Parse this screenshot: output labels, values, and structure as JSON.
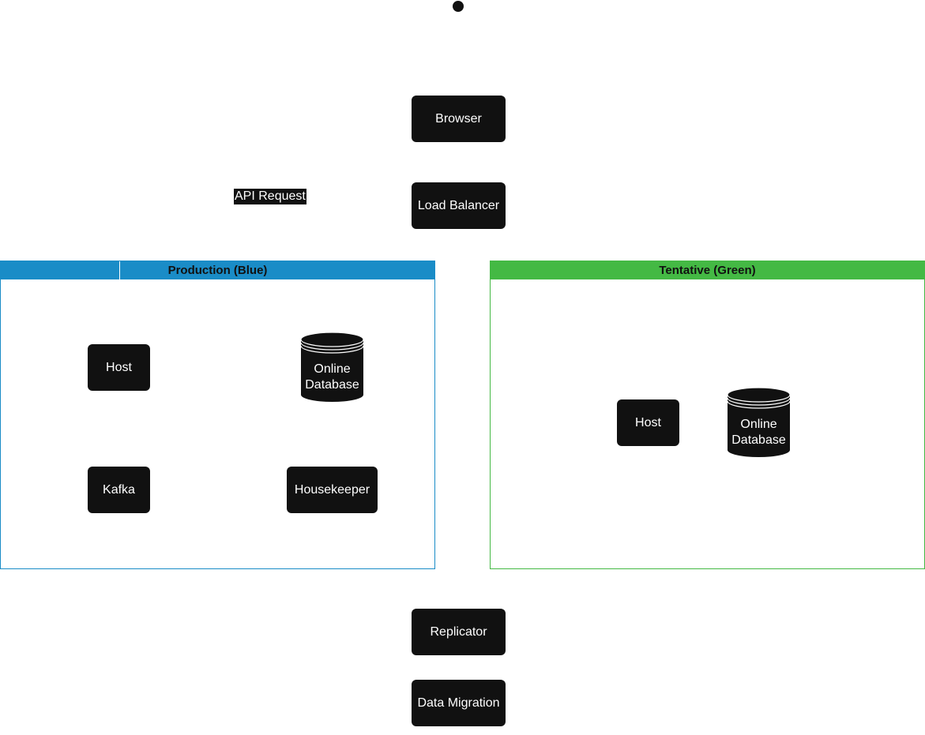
{
  "start_node": "",
  "nodes": {
    "browser": "Browser",
    "load_balancer": "Load Balancer",
    "replicator": "Replicator",
    "data_migration": "Data Migration"
  },
  "edge_labels": {
    "api_request": "API Request"
  },
  "production": {
    "title": "Production (Blue)",
    "color": "#1a8cc7",
    "host": "Host",
    "database_line1": "Online",
    "database_line2": "Database",
    "kafka": "Kafka",
    "housekeeper": "Housekeeper"
  },
  "tentative": {
    "title": "Tentative (Green)",
    "color": "#44b944",
    "host": "Host",
    "database_line1": "Online",
    "database_line2": "Database"
  }
}
